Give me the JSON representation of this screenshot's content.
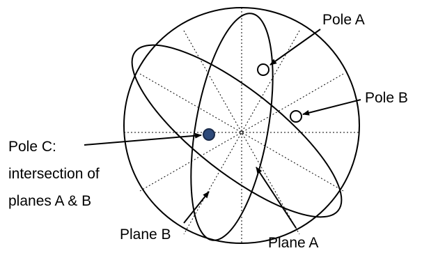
{
  "labels": {
    "pole_a": "Pole A",
    "pole_b": "Pole B",
    "pole_c_line1": "Pole C:",
    "pole_c_line2": "intersection of",
    "pole_c_line3": "planes A & B",
    "plane_a": "Plane A",
    "plane_b": "Plane B"
  },
  "colors": {
    "stroke": "#000000",
    "grid": "#000000",
    "pole_c_fill": "#2e4a7a",
    "pole_c_stroke": "#1a2a48",
    "open_pole_fill": "#ffffff",
    "background": "#ffffff"
  }
}
